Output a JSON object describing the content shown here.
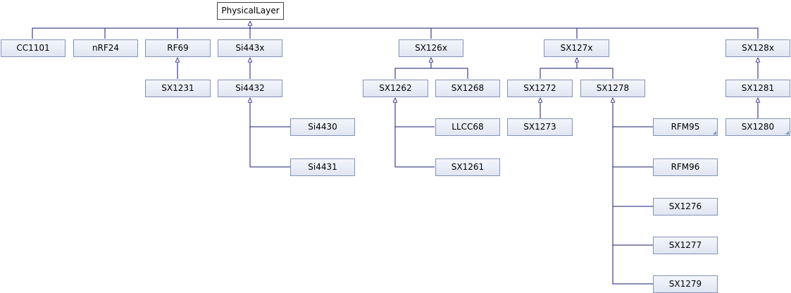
{
  "diagram": {
    "root": "PhysicalLayer",
    "nodes": {
      "cc1101": "CC1101",
      "nrf24": "nRF24",
      "rf69": "RF69",
      "si443x": "Si443x",
      "sx126x": "SX126x",
      "sx127x": "SX127x",
      "sx128x": "SX128x",
      "sx1231": "SX1231",
      "si4432": "Si4432",
      "si4430": "Si4430",
      "si4431": "Si4431",
      "sx1262": "SX1262",
      "sx1268": "SX1268",
      "llcc68": "LLCC68",
      "sx1261": "SX1261",
      "sx1272": "SX1272",
      "sx1278": "SX1278",
      "sx1273": "SX1273",
      "rfm95": "RFM95",
      "rfm96": "RFM96",
      "sx1276": "SX1276",
      "sx1277": "SX1277",
      "sx1279": "SX1279",
      "sx1281": "SX1281",
      "sx1280": "SX1280"
    },
    "colors": {
      "edge": "#191970",
      "node_border": "#8492b6",
      "node_fill_top": "#f4f6fc",
      "node_fill_bottom": "#dfe5f2"
    }
  }
}
